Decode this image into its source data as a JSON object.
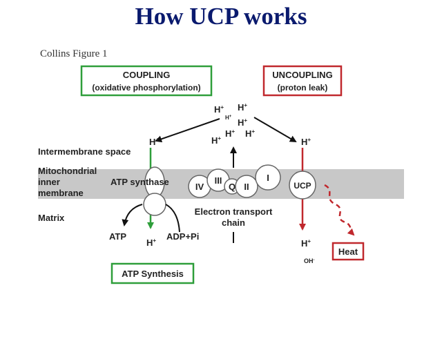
{
  "title": "How UCP works",
  "caption": "Collins Figure 1",
  "boxes": {
    "coupling_title": "COUPLING",
    "coupling_sub": "(oxidative phosphorylation)",
    "uncoupling_title": "UNCOUPLING",
    "uncoupling_sub": "(proton leak)",
    "atp_synthesis": "ATP Synthesis",
    "heat": "Heat"
  },
  "regions": {
    "intermembrane": "Intermembrane space",
    "membrane_l1": "Mitochondrial",
    "membrane_l2": "inner",
    "membrane_l3": "membrane",
    "matrix": "Matrix"
  },
  "labels": {
    "atp_synthase": "ATP synthase",
    "etc_l1": "Electron transport",
    "etc_l2": "chain",
    "atp": "ATP",
    "adp_pi": "ADP+Pi",
    "ucp": "UCP",
    "oh": "OH",
    "oh_sup": "-",
    "proton": "H",
    "plus": "+"
  },
  "complexes": {
    "iv": "IV",
    "iii": "III",
    "q": "Q",
    "ii": "II",
    "i": "I"
  },
  "colors": {
    "title": "#0a1a6e",
    "green": "#2e9e3a",
    "red": "#c0282d",
    "membrane": "#c8c8c8"
  }
}
